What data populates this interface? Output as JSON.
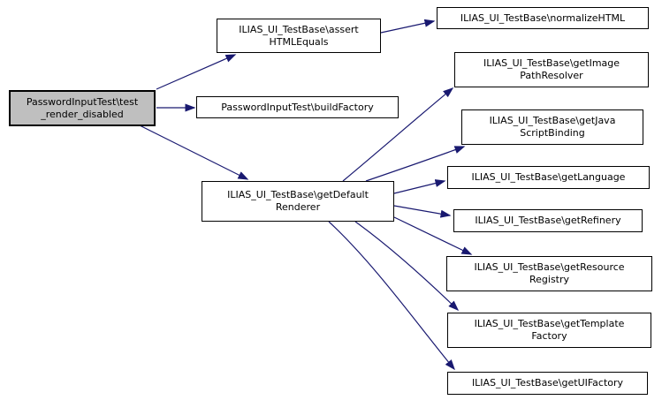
{
  "diagram": {
    "type": "call-graph",
    "description": "Doxygen call graph for PasswordInputTest::test_render_disabled",
    "colors": {
      "background": "#ffffff",
      "edge": "#191970",
      "node_border": "#000000",
      "node_fill": "#ffffff",
      "highlight_fill": "#bfbfbf",
      "text": "#000000"
    }
  },
  "nodes": [
    {
      "id": "test_render_disabled",
      "label": "PasswordInputTest\\test_render_disabled",
      "lines": [
        "PasswordInputTest\\test",
        "_render_disabled"
      ],
      "highlighted": true
    },
    {
      "id": "assertHTMLEquals",
      "label": "ILIAS_UI_TestBase\\assertHTMLEquals",
      "lines": [
        "ILIAS_UI_TestBase\\assert",
        "HTMLEquals"
      ],
      "highlighted": false
    },
    {
      "id": "normalizeHTML",
      "label": "ILIAS_UI_TestBase\\normalizeHTML",
      "lines": [
        "ILIAS_UI_TestBase\\normalizeHTML"
      ],
      "highlighted": false
    },
    {
      "id": "buildFactory",
      "label": "PasswordInputTest\\buildFactory",
      "lines": [
        "PasswordInputTest\\buildFactory"
      ],
      "highlighted": false
    },
    {
      "id": "getDefaultRenderer",
      "label": "ILIAS_UI_TestBase\\getDefaultRenderer",
      "lines": [
        "ILIAS_UI_TestBase\\getDefault",
        "Renderer"
      ],
      "highlighted": false
    },
    {
      "id": "getImagePathResolver",
      "label": "ILIAS_UI_TestBase\\getImagePathResolver",
      "lines": [
        "ILIAS_UI_TestBase\\getImage",
        "PathResolver"
      ],
      "highlighted": false
    },
    {
      "id": "getJavaScriptBinding",
      "label": "ILIAS_UI_TestBase\\getJavaScriptBinding",
      "lines": [
        "ILIAS_UI_TestBase\\getJava",
        "ScriptBinding"
      ],
      "highlighted": false
    },
    {
      "id": "getLanguage",
      "label": "ILIAS_UI_TestBase\\getLanguage",
      "lines": [
        "ILIAS_UI_TestBase\\getLanguage"
      ],
      "highlighted": false
    },
    {
      "id": "getRefinery",
      "label": "ILIAS_UI_TestBase\\getRefinery",
      "lines": [
        "ILIAS_UI_TestBase\\getRefinery"
      ],
      "highlighted": false
    },
    {
      "id": "getResourceRegistry",
      "label": "ILIAS_UI_TestBase\\getResourceRegistry",
      "lines": [
        "ILIAS_UI_TestBase\\getResource",
        "Registry"
      ],
      "highlighted": false
    },
    {
      "id": "getTemplateFactory",
      "label": "ILIAS_UI_TestBase\\getTemplateFactory",
      "lines": [
        "ILIAS_UI_TestBase\\getTemplate",
        "Factory"
      ],
      "highlighted": false
    },
    {
      "id": "getUIFactory",
      "label": "ILIAS_UI_TestBase\\getUIFactory",
      "lines": [
        "ILIAS_UI_TestBase\\getUIFactory"
      ],
      "highlighted": false
    }
  ],
  "edges": [
    {
      "from": "test_render_disabled",
      "to": "assertHTMLEquals"
    },
    {
      "from": "test_render_disabled",
      "to": "buildFactory"
    },
    {
      "from": "test_render_disabled",
      "to": "getDefaultRenderer"
    },
    {
      "from": "assertHTMLEquals",
      "to": "normalizeHTML"
    },
    {
      "from": "getDefaultRenderer",
      "to": "getImagePathResolver"
    },
    {
      "from": "getDefaultRenderer",
      "to": "getJavaScriptBinding"
    },
    {
      "from": "getDefaultRenderer",
      "to": "getLanguage"
    },
    {
      "from": "getDefaultRenderer",
      "to": "getRefinery"
    },
    {
      "from": "getDefaultRenderer",
      "to": "getResourceRegistry"
    },
    {
      "from": "getDefaultRenderer",
      "to": "getTemplateFactory"
    },
    {
      "from": "getDefaultRenderer",
      "to": "getUIFactory"
    }
  ]
}
